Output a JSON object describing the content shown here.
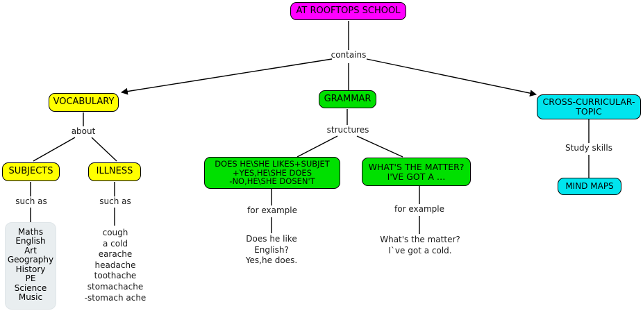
{
  "diagram": {
    "title": "At Rooftops School mind map",
    "colors": {
      "root": "#ff00ff",
      "vocabulary": "#ffff00",
      "grammar": "#00e000",
      "cross_curricular": "#00e5ee",
      "list_box": "#e9eef0",
      "edge": "#000000",
      "text": "#000000"
    }
  },
  "nodes": {
    "root": {
      "label": "AT ROOFTOPS SCHOOL"
    },
    "vocabulary": {
      "label": "VOCABULARY"
    },
    "grammar": {
      "label": "GRAMMAR"
    },
    "cross_curricular": {
      "label": "CROSS-CURRICULAR-\nTOPIC"
    },
    "subjects": {
      "label": "SUBJECTS"
    },
    "illness": {
      "label": "ILLNESS"
    },
    "structure_likes": {
      "label": "DOES HE\\SHE LIKES+SUBJET\n+YES,HE\\SHE DOES\n-NO,HE\\SHE DOSEN'T"
    },
    "structure_matter": {
      "label": "WHAT'S THE MATTER?\nI'VE GOT A …"
    },
    "mind_maps": {
      "label": "MIND MAPS"
    }
  },
  "edge_labels": {
    "contains": "contains",
    "about": "about",
    "structures": "structures",
    "such_as_subjects": "such as",
    "such_as_illness": "such as",
    "for_example_likes": "for example",
    "for_example_matter": "for example",
    "study_skills": "Study skills"
  },
  "lists": {
    "subjects": "Maths\nEnglish\nArt\nGeography\nHistory\nPE\nScience\nMusic",
    "illness": "cough\na cold\nearache\nheadache\ntoothache\nstomachache\n-stomach ache"
  },
  "examples": {
    "likes": "Does he like\nEnglish?\nYes,he does.",
    "matter": "What's the matter?\nI`ve got a cold."
  }
}
